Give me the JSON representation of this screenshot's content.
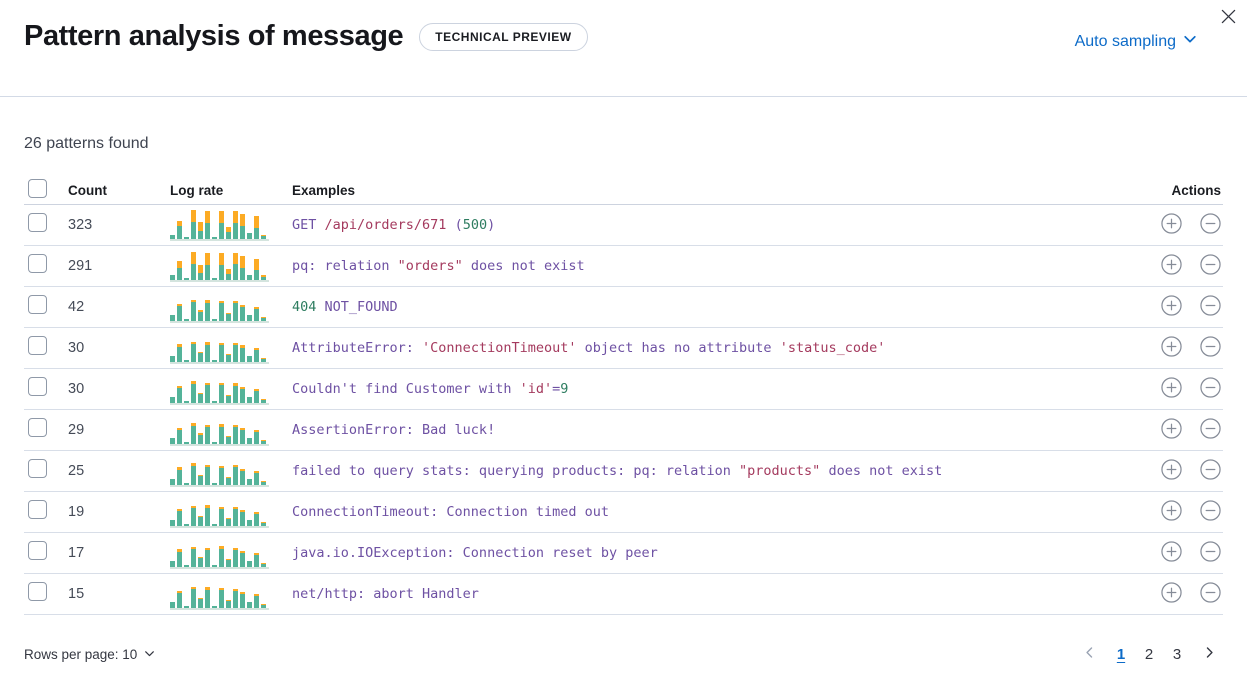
{
  "header": {
    "title": "Pattern analysis of message",
    "badge": "TECHNICAL PREVIEW",
    "sampling_label": "Auto sampling"
  },
  "summary": "26 patterns found",
  "colors": {
    "link_blue": "#0d6bc8",
    "hist_green": "#54b399",
    "hist_orange": "#fcab24",
    "code_purple": "#6e51a3",
    "code_maroon": "#a43a5e",
    "code_green": "#2e7d60"
  },
  "table": {
    "columns": {
      "count": "Count",
      "log_rate": "Log rate",
      "examples": "Examples",
      "actions": "Actions"
    },
    "rows": [
      {
        "count": "323",
        "hist": {
          "green": [
            4,
            13,
            2,
            17,
            8,
            16,
            2,
            16,
            7,
            16,
            13,
            6,
            11,
            3
          ],
          "orange": [
            0,
            5,
            0,
            12,
            9,
            12,
            0,
            12,
            5,
            12,
            12,
            0,
            12,
            1
          ]
        },
        "example_tokens": [
          {
            "text": "GET ",
            "color": "purple"
          },
          {
            "text": "/api/orders/671",
            "color": "maroon"
          },
          {
            "text": " (",
            "color": "purple"
          },
          {
            "text": "500",
            "color": "green"
          },
          {
            "text": ")",
            "color": "purple"
          }
        ]
      },
      {
        "count": "291",
        "hist": {
          "green": [
            5,
            12,
            2,
            16,
            7,
            15,
            2,
            15,
            6,
            16,
            12,
            5,
            10,
            3
          ],
          "orange": [
            0,
            7,
            0,
            12,
            8,
            12,
            0,
            12,
            5,
            11,
            12,
            0,
            11,
            2
          ]
        },
        "example_tokens": [
          {
            "text": "pq: relation ",
            "color": "purple"
          },
          {
            "text": "\"orders\"",
            "color": "maroon"
          },
          {
            "text": " does not exist",
            "color": "purple"
          }
        ]
      },
      {
        "count": "42",
        "hist": {
          "green": [
            6,
            15,
            2,
            19,
            9,
            18,
            2,
            18,
            7,
            18,
            14,
            6,
            12,
            3
          ],
          "orange": [
            0,
            2,
            0,
            2,
            2,
            3,
            0,
            2,
            1,
            2,
            2,
            0,
            2,
            1
          ]
        },
        "example_tokens": [
          {
            "text": "404",
            "color": "green"
          },
          {
            "text": " NOT_FOUND",
            "color": "purple"
          }
        ]
      },
      {
        "count": "30",
        "hist": {
          "green": [
            6,
            15,
            2,
            18,
            9,
            17,
            2,
            17,
            7,
            17,
            14,
            6,
            12,
            3
          ],
          "orange": [
            0,
            3,
            0,
            2,
            1,
            3,
            0,
            2,
            1,
            2,
            3,
            0,
            2,
            1
          ]
        },
        "example_tokens": [
          {
            "text": "AttributeError: ",
            "color": "purple"
          },
          {
            "text": "'ConnectionTimeout'",
            "color": "maroon"
          },
          {
            "text": " object has no attribute ",
            "color": "purple"
          },
          {
            "text": "'status_code'",
            "color": "maroon"
          }
        ]
      },
      {
        "count": "30",
        "hist": {
          "green": [
            6,
            15,
            2,
            19,
            9,
            18,
            2,
            18,
            7,
            17,
            14,
            6,
            12,
            3
          ],
          "orange": [
            0,
            2,
            0,
            3,
            1,
            2,
            0,
            2,
            1,
            3,
            2,
            0,
            2,
            1
          ]
        },
        "example_tokens": [
          {
            "text": "Couldn't find Customer with ",
            "color": "purple"
          },
          {
            "text": "'id'",
            "color": "maroon"
          },
          {
            "text": "=",
            "color": "purple"
          },
          {
            "text": "9",
            "color": "green"
          }
        ]
      },
      {
        "count": "29",
        "hist": {
          "green": [
            6,
            14,
            2,
            18,
            9,
            17,
            2,
            17,
            7,
            17,
            14,
            6,
            12,
            3
          ],
          "orange": [
            0,
            2,
            0,
            3,
            2,
            2,
            0,
            3,
            1,
            2,
            2,
            0,
            2,
            1
          ]
        },
        "example_tokens": [
          {
            "text": "AssertionError: Bad luck!",
            "color": "purple"
          }
        ]
      },
      {
        "count": "25",
        "hist": {
          "green": [
            6,
            15,
            2,
            19,
            9,
            18,
            2,
            17,
            7,
            18,
            14,
            6,
            12,
            3
          ],
          "orange": [
            0,
            3,
            0,
            3,
            1,
            2,
            0,
            2,
            1,
            2,
            2,
            0,
            2,
            1
          ]
        },
        "example_tokens": [
          {
            "text": "failed to query stats: querying products: pq: relation ",
            "color": "purple"
          },
          {
            "text": "\"products\"",
            "color": "maroon"
          },
          {
            "text": " does not exist",
            "color": "purple"
          }
        ]
      },
      {
        "count": "19",
        "hist": {
          "green": [
            6,
            15,
            2,
            18,
            9,
            18,
            2,
            17,
            7,
            17,
            14,
            6,
            12,
            3
          ],
          "orange": [
            0,
            2,
            0,
            2,
            1,
            3,
            0,
            2,
            1,
            2,
            2,
            0,
            2,
            1
          ]
        },
        "example_tokens": [
          {
            "text": "ConnectionTimeout: Connection timed out",
            "color": "purple"
          }
        ]
      },
      {
        "count": "17",
        "hist": {
          "green": [
            6,
            15,
            2,
            18,
            9,
            17,
            2,
            18,
            7,
            17,
            14,
            6,
            12,
            3
          ],
          "orange": [
            0,
            3,
            0,
            2,
            1,
            2,
            0,
            3,
            1,
            2,
            2,
            0,
            2,
            1
          ]
        },
        "example_tokens": [
          {
            "text": "java.io.IOException: Connection reset by peer",
            "color": "purple"
          }
        ]
      },
      {
        "count": "15",
        "hist": {
          "green": [
            6,
            15,
            2,
            19,
            9,
            18,
            2,
            18,
            7,
            17,
            14,
            6,
            12,
            3
          ],
          "orange": [
            0,
            2,
            0,
            2,
            1,
            3,
            0,
            2,
            1,
            2,
            2,
            0,
            2,
            1
          ]
        },
        "example_tokens": [
          {
            "text": "net/http: abort Handler",
            "color": "purple"
          }
        ]
      }
    ]
  },
  "footer": {
    "rows_per_page_label": "Rows per page: 10",
    "pages": [
      "1",
      "2",
      "3"
    ],
    "active_page": "1"
  }
}
